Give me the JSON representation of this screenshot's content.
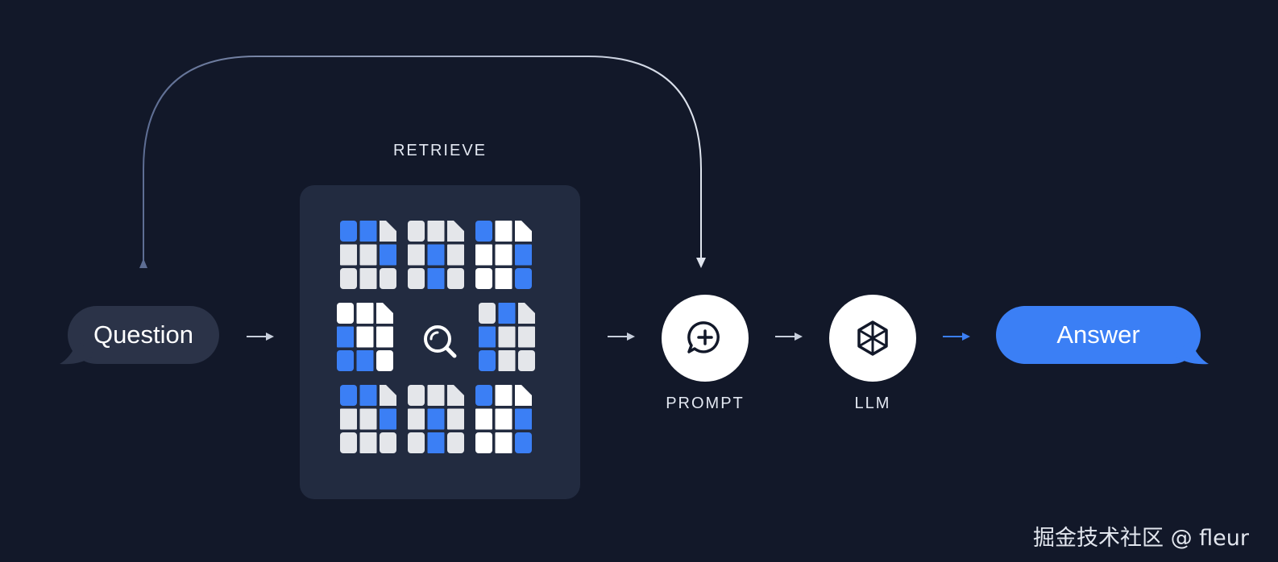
{
  "question": {
    "label": "Question"
  },
  "retrieve": {
    "title": "RETRIEVE",
    "icon": "magnifier-icon"
  },
  "prompt": {
    "label": "PROMPT",
    "icon": "chat-plus-icon"
  },
  "llm": {
    "label": "LLM",
    "icon": "cube-icon"
  },
  "answer": {
    "label": "Answer"
  },
  "watermark": {
    "text": "掘金技术社区 @ fleur"
  },
  "colors": {
    "background": "#121829",
    "panel": "#222b40",
    "question_bubble": "#2b3348",
    "accent_blue": "#3b7ff5",
    "cell_light": "#e4e6ea",
    "cell_white": "#ffffff",
    "arrow_gray": "#c8cfdc"
  }
}
